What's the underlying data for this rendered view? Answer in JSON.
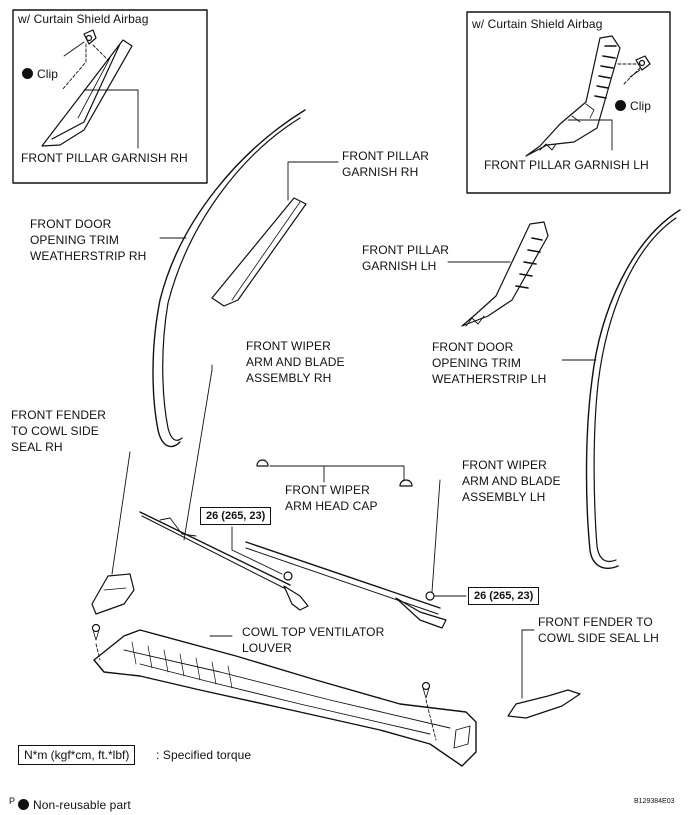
{
  "insets": {
    "rh": {
      "title": "w/ Curtain Shield Airbag",
      "clip_label": "Clip",
      "part_label": "FRONT PILLAR GARNISH RH"
    },
    "lh": {
      "title": "w/ Curtain Shield Airbag",
      "clip_label": "Clip",
      "part_label": "FRONT PILLAR GARNISH LH"
    }
  },
  "labels": {
    "front_pillar_garnish_rh": "FRONT PILLAR\nGARNISH RH",
    "front_door_opening_trim_rh": "FRONT DOOR\nOPENING TRIM\nWEATHERSTRIP RH",
    "front_pillar_garnish_lh": "FRONT PILLAR\nGARNISH LH",
    "front_door_opening_trim_lh": "FRONT DOOR\nOPENING TRIM\nWEATHERSTRIP LH",
    "front_wiper_arm_rh": "FRONT WIPER\nARM AND BLADE\nASSEMBLY RH",
    "front_fender_seal_rh": "FRONT FENDER\nTO COWL SIDE\nSEAL RH",
    "front_wiper_head_cap": "FRONT WIPER\nARM HEAD CAP",
    "front_wiper_arm_lh": "FRONT WIPER\nARM AND BLADE\nASSEMBLY LH",
    "cowl_top_ventilator": "COWL TOP VENTILATOR\nLOUVER",
    "front_fender_seal_lh": "FRONT FENDER TO\nCOWL SIDE SEAL LH"
  },
  "torques": {
    "rh": "26 (265, 23)",
    "lh": "26 (265, 23)"
  },
  "legend": {
    "torque_box": "N*m (kgf*cm, ft.*lbf)",
    "torque_text": ": Specified torque",
    "non_reusable": "Non-reusable part"
  },
  "corner": {
    "left": "P",
    "right": "B129384E03"
  }
}
